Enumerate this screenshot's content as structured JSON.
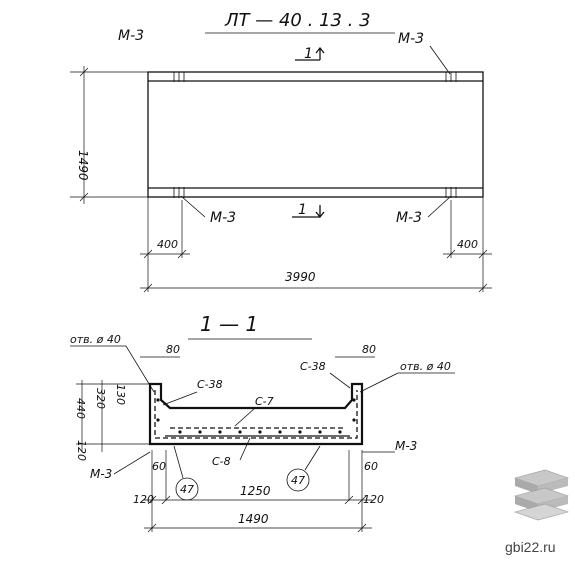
{
  "title": "ЛТ — 40 . 13 . 3",
  "plan": {
    "length": "3990",
    "width": "1490",
    "edge_left": "400",
    "edge_right": "400",
    "marker_top_left": "М-3",
    "marker_top_right": "М-3",
    "marker_bottom_left": "М-3",
    "marker_bottom_right": "М-3",
    "section_top": "1",
    "section_bottom": "1"
  },
  "section": {
    "title": "1 — 1",
    "hole_left": "отв. ø 40",
    "hole_right": "отв. ø 40",
    "wall_top_left": "80",
    "wall_top_right": "80",
    "height_total": "440",
    "height_inner": "320",
    "height_chamfer": "130",
    "slab_thickness": "120",
    "label_c38_left": "С-38",
    "label_c38_right": "С-38",
    "label_c7": "С-7",
    "label_c8": "С-8",
    "marker_left": "М-3",
    "marker_right": "М-3",
    "support_left": "60",
    "support_right": "60",
    "mark_47_left": "47",
    "mark_47_right": "47",
    "wall_bottom_left": "120",
    "wall_bottom_right": "120",
    "inner_width": "1250",
    "outer_width": "1490"
  },
  "watermark": "gbi22.ru"
}
